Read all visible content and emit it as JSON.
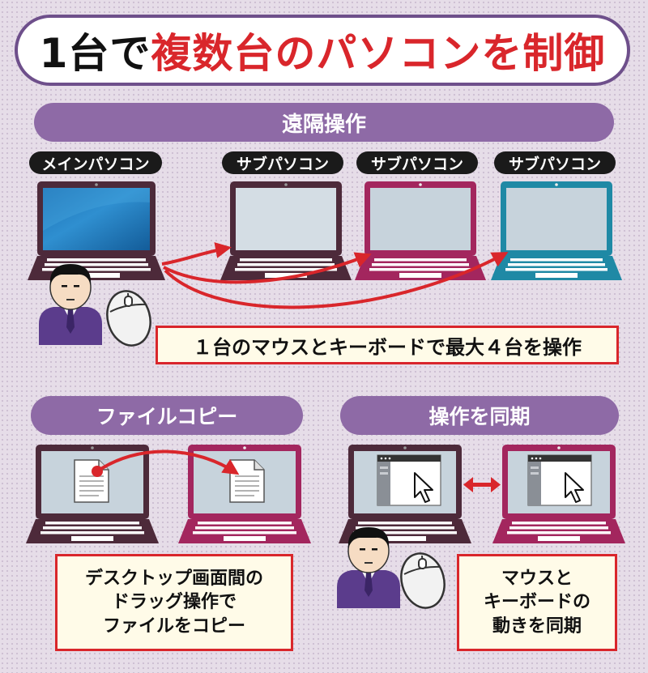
{
  "title": {
    "prefix": "1台で",
    "highlight": "複数台のパソコンを制御"
  },
  "remote": {
    "header": "遠隔操作",
    "main_label": "メインパソコン",
    "sub_labels": [
      "サブパソコン",
      "サブパソコン",
      "サブパソコン"
    ],
    "caption": "１台のマウスとキーボードで最大４台を操作"
  },
  "filecopy": {
    "header": "ファイルコピー",
    "caption_lines": [
      "デスクトップ画面間の",
      "ドラッグ操作で",
      "ファイルをコピー"
    ]
  },
  "sync": {
    "header": "操作を同期",
    "caption_lines": [
      "マウスと",
      "キーボードの",
      "動きを同期"
    ]
  },
  "colors": {
    "purple_header": "#8e6aa6",
    "title_red": "#d9262b",
    "laptop_dark": "#4d2a3a",
    "laptop_magenta": "#a3265e",
    "laptop_teal": "#1f89a5",
    "arrow_red": "#d9262b"
  },
  "icons": [
    "user-icon",
    "mouse-icon",
    "document-icon",
    "cursor-icon",
    "double-arrow-icon"
  ]
}
